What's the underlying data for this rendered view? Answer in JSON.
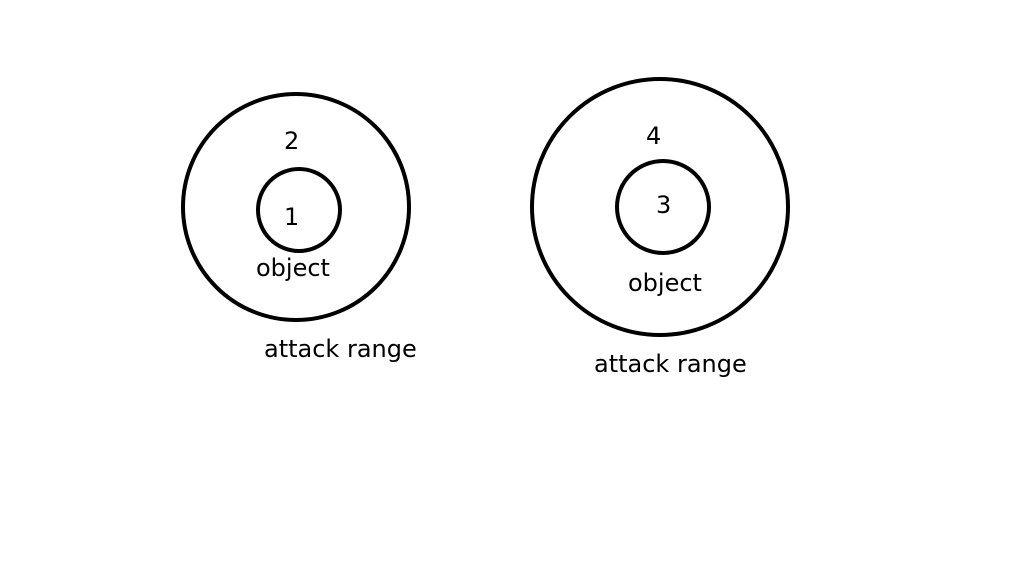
{
  "diagrams": [
    {
      "inner_number": "1",
      "outer_number": "2",
      "inner_label": "object",
      "outer_label": "attack range"
    },
    {
      "inner_number": "3",
      "outer_number": "4",
      "inner_label": "object",
      "outer_label": "attack range"
    }
  ],
  "colors": {
    "background": "#ffffff",
    "stroke": "#000000"
  }
}
